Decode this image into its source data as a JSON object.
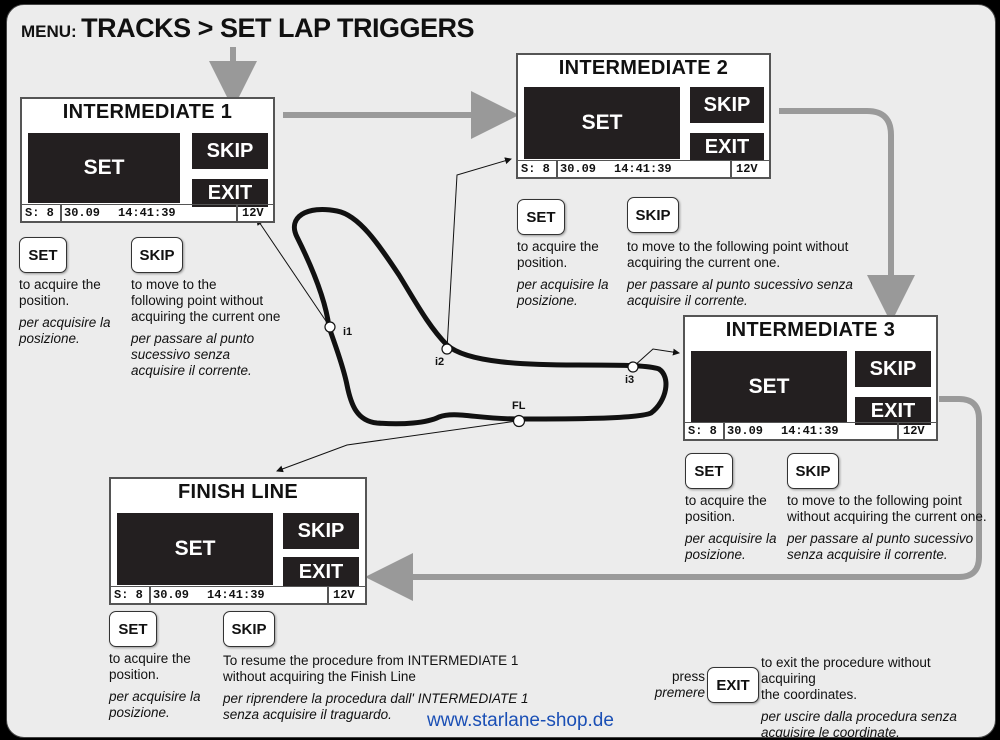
{
  "header": {
    "menu_label": "MENU:",
    "path": "TRACKS > SET LAP TRIGGERS"
  },
  "screens": {
    "int1": {
      "title": "INTERMEDIATE 1",
      "set": "SET",
      "skip": "SKIP",
      "exit": "EXIT",
      "sats": "S: 8",
      "date": "30.09",
      "time": "14:41:39",
      "volt": "12V"
    },
    "int2": {
      "title": "INTERMEDIATE 2",
      "set": "SET",
      "skip": "SKIP",
      "exit": "EXIT",
      "sats": "S: 8",
      "date": "30.09",
      "time": "14:41:39",
      "volt": "12V"
    },
    "int3": {
      "title": "INTERMEDIATE 3",
      "set": "SET",
      "skip": "SKIP",
      "exit": "EXIT",
      "sats": "S: 8",
      "date": "30.09",
      "time": "14:41:39",
      "volt": "12V"
    },
    "finish": {
      "title": "FINISH LINE",
      "set": "SET",
      "skip": "SKIP",
      "exit": "EXIT",
      "sats": "S: 8",
      "date": "30.09",
      "time": "14:41:39",
      "volt": "12V"
    }
  },
  "instructions": {
    "int1": {
      "set_key": "SET",
      "set_en": "to acquire the\nposition.",
      "set_it": "per acquisire la\nposizione.",
      "skip_key": "SKIP",
      "skip_en": "to move to the\nfollowing point without\nacquiring the current one",
      "skip_it": "per passare al punto\nsucessivo senza\nacquisire il corrente."
    },
    "int2": {
      "set_key": "SET",
      "set_en": "to acquire the\nposition.",
      "set_it": "per acquisire la\nposizione.",
      "skip_key": "SKIP",
      "skip_en": "to move to the following point without\nacquiring the current one.",
      "skip_it": "per passare al punto sucessivo senza\nacquisire il corrente."
    },
    "int3": {
      "set_key": "SET",
      "set_en": "to acquire the\nposition.",
      "set_it": "per acquisire la\nposizione.",
      "skip_key": "SKIP",
      "skip_en": "to move to the following point\nwithout acquiring the current one.",
      "skip_it": "per passare al punto sucessivo\nsenza acquisire il corrente."
    },
    "finish": {
      "set_key": "SET",
      "set_en": "to acquire the\nposition.",
      "set_it": "per acquisire la\nposizione.",
      "skip_key": "SKIP",
      "skip_en": "To resume the procedure from INTERMEDIATE 1\nwithout acquiring the Finish Line",
      "skip_it": "per riprendere la procedura dall' INTERMEDIATE 1\nsenza acquisire il traguardo."
    },
    "exit": {
      "press": "press",
      "premere": "premere",
      "key": "EXIT",
      "en": "to exit the procedure without acquiring\nthe coordinates.",
      "it": "per uscire dalla procedura senza\nacquisire le coordinate."
    }
  },
  "track_points": {
    "i1": "i1",
    "i2": "i2",
    "i3": "i3",
    "fl": "FL"
  },
  "watermark": "www.starlane-shop.de"
}
